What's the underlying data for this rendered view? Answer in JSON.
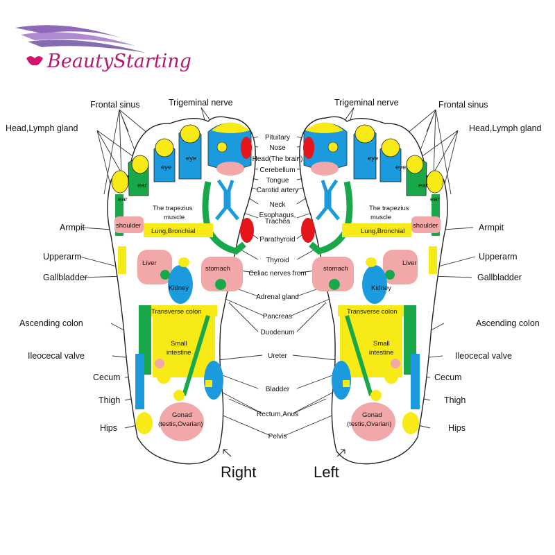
{
  "brand": {
    "name": "BeautyStarting",
    "color": "#b5176f"
  },
  "feet": {
    "right_caption": "Right",
    "left_caption": "Left"
  },
  "center_labels": {
    "pituitary": "Pituitary",
    "nose": "Nose",
    "head_brain": "Head(The brain)",
    "cerebellum": "Cerebellum",
    "tongue": "Tongue",
    "carotid_artery": "Carotid artery",
    "neck": "Neck",
    "esophagus": "Esophagus,",
    "trachea": "Trachea",
    "parathyroid": "Parathyroid",
    "thyroid": "Thyroid",
    "celiac_nerves": "Celiac nerves from",
    "adrenal_gland": "Adrenal gland",
    "pancreas": "Pancreas",
    "duodenum": "Duodenum",
    "ureter": "Ureter",
    "bladder": "Bladder",
    "rectum_anus": "Rectum,Anus",
    "pelvis": "Pelvis"
  },
  "side_labels": {
    "trigeminal_nerve": "Trigeminal nerve",
    "frontal_sinus": "Frontal sinus",
    "head_lymph_gland": "Head,Lymph gland",
    "armpit": "Armpit",
    "upperarm": "Upperarm",
    "gallbladder": "Gallbladder",
    "ascending_colon": "Ascending colon",
    "ileocecal_valve": "Ileocecal valve",
    "cecum": "Cecum",
    "thigh": "Thigh",
    "hips": "Hips"
  },
  "zone_labels": {
    "eye": "eye",
    "ear": "ear",
    "trapezius_1": "The trapezius",
    "trapezius_2": "muscle",
    "shoulder": "shoulder",
    "lung": "Lung,Bronchial",
    "liver": "Liver",
    "stomach": "stomach",
    "kidney": "Kidney",
    "transverse_colon": "Transverse colon",
    "small_intestine_1": "Small",
    "small_intestine_2": "intestine",
    "gonad_1": "Gonad",
    "gonad_2": "(testis,Ovarian)"
  },
  "colors": {
    "yellow": "#f7ea17",
    "blue": "#1b9bdd",
    "green": "#18a84a",
    "pink": "#f2a8a8",
    "red": "#e4161b",
    "outline": "#222222"
  }
}
